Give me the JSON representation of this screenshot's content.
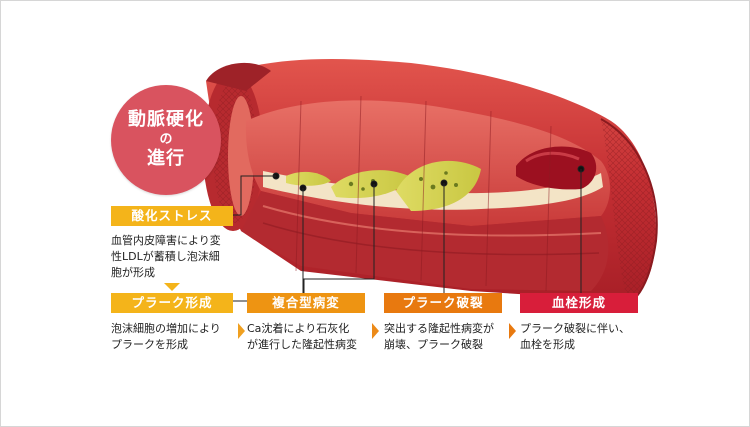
{
  "title": {
    "line1": "動脈硬化",
    "line2": "の",
    "line3": "進行"
  },
  "stages": [
    {
      "label": "酸化ストレス",
      "description_lines": [
        "血管内皮障害により変",
        "性LDLが蓄積し泡沫細",
        "胞が形成"
      ]
    },
    {
      "label": "プラーク形成",
      "description_lines": [
        "泡沫細胞の増加により",
        "プラークを形成"
      ]
    },
    {
      "label": "複合型病変",
      "description_lines": [
        "Ca沈着により石灰化",
        "が進行した隆起性病変"
      ]
    },
    {
      "label": "プラーク破裂",
      "description_lines": [
        "突出する隆起性病変が",
        "崩壊、プラーク破裂"
      ]
    },
    {
      "label": "血栓形成",
      "description_lines": [
        "プラーク破裂に伴い、",
        "血栓を形成"
      ]
    }
  ],
  "colors": {
    "title_circle": "#d9535f",
    "yellow": "#f4b41a",
    "orange": "#e8790f",
    "red": "#d81e3a",
    "artery_wall": "#c8343a",
    "plaque": "#d7d24a",
    "thrombus": "#9c1020"
  }
}
